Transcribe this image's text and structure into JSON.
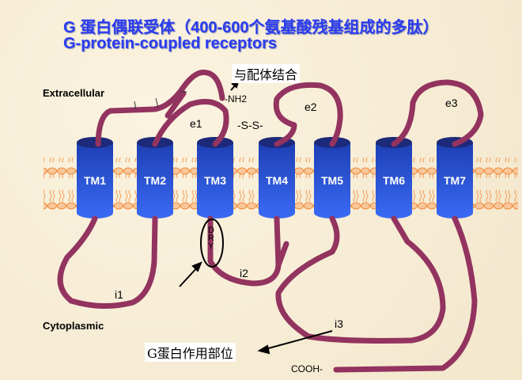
{
  "title_cn": "G 蛋白偶联受体（400-600个氨基酸残基组成的多肽）",
  "title_en": "G-protein-coupled receptors",
  "ligand_binding": "与配体结合",
  "g_protein_site": "G蛋白作用部位",
  "extracellular": "Extracellular",
  "cytoplasmic": "Cytoplasmic",
  "nh2": "-NH2",
  "cooh": "COOH-",
  "disulfide": "-S-S-",
  "loops": {
    "e1": "e1",
    "e2": "e2",
    "e3": "e3",
    "i1": "i1",
    "i2": "i2",
    "i3": "i3"
  },
  "dry": [
    "D",
    "R",
    "Y"
  ],
  "tm": [
    "TM1",
    "TM2",
    "TM3",
    "TM4",
    "TM5",
    "TM6",
    "TM7"
  ],
  "colors": {
    "chain": "#93335f",
    "helix": "#2a55e0",
    "title": "#2b3bf0"
  }
}
